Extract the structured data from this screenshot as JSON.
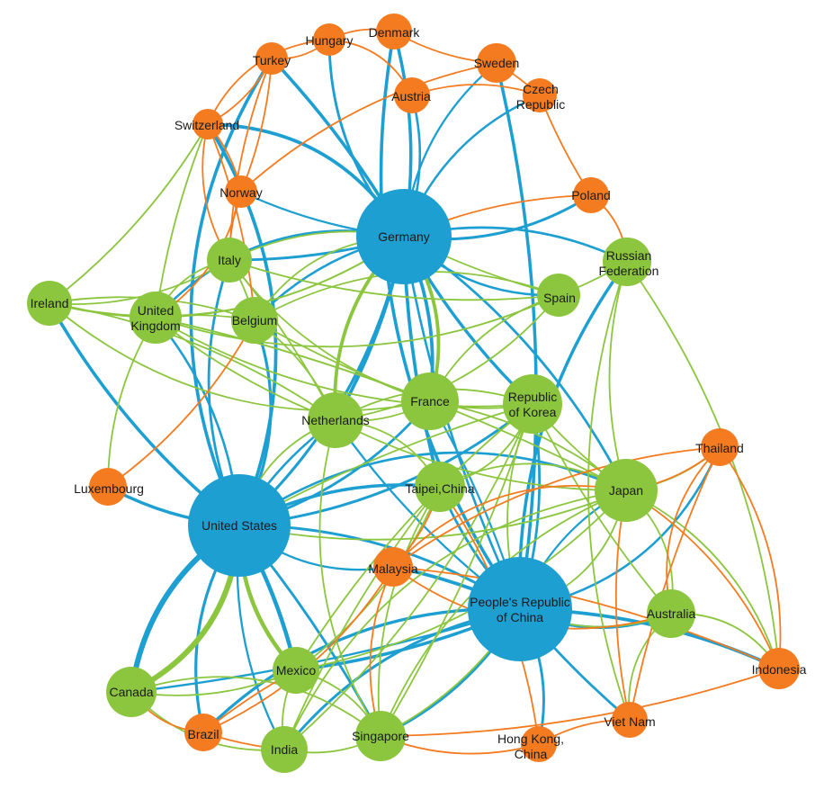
{
  "colors": {
    "hub": "#1E9FD2",
    "green": "#8CC63F",
    "orange": "#F47B20"
  },
  "nodes": [
    {
      "id": "germany",
      "label": "Germany",
      "group": "hub"
    },
    {
      "id": "usa",
      "label": "United States",
      "group": "hub"
    },
    {
      "id": "china",
      "label": "People's Republic of China",
      "group": "hub"
    },
    {
      "id": "italy",
      "label": "Italy",
      "group": "green"
    },
    {
      "id": "ireland",
      "label": "Ireland",
      "group": "green"
    },
    {
      "id": "uk",
      "label": "United Kingdom",
      "group": "green"
    },
    {
      "id": "belgium",
      "label": "Belgium",
      "group": "green"
    },
    {
      "id": "netherlands",
      "label": "Netherlands",
      "group": "green"
    },
    {
      "id": "france",
      "label": "France",
      "group": "green"
    },
    {
      "id": "korea",
      "label": "Republic of Korea",
      "group": "green"
    },
    {
      "id": "spain",
      "label": "Spain",
      "group": "green"
    },
    {
      "id": "russia",
      "label": "Russian Federation",
      "group": "green"
    },
    {
      "id": "taipei",
      "label": "Taipei,China",
      "group": "green"
    },
    {
      "id": "japan",
      "label": "Japan",
      "group": "green"
    },
    {
      "id": "australia",
      "label": "Australia",
      "group": "green"
    },
    {
      "id": "mexico",
      "label": "Mexico",
      "group": "green"
    },
    {
      "id": "canada",
      "label": "Canada",
      "group": "green"
    },
    {
      "id": "india",
      "label": "India",
      "group": "green"
    },
    {
      "id": "singapore",
      "label": "Singapore",
      "group": "green"
    },
    {
      "id": "switzerland",
      "label": "Switzerland",
      "group": "orange"
    },
    {
      "id": "turkey",
      "label": "Turkey",
      "group": "orange"
    },
    {
      "id": "hungary",
      "label": "Hungary",
      "group": "orange"
    },
    {
      "id": "denmark",
      "label": "Denmark",
      "group": "orange"
    },
    {
      "id": "sweden",
      "label": "Sweden",
      "group": "orange"
    },
    {
      "id": "austria",
      "label": "Austria",
      "group": "orange"
    },
    {
      "id": "czech",
      "label": "Czech Republic",
      "group": "orange"
    },
    {
      "id": "norway",
      "label": "Norway",
      "group": "orange"
    },
    {
      "id": "poland",
      "label": "Poland",
      "group": "orange"
    },
    {
      "id": "luxembourg",
      "label": "Luxembourg",
      "group": "orange"
    },
    {
      "id": "malaysia",
      "label": "Malaysia",
      "group": "orange"
    },
    {
      "id": "thailand",
      "label": "Thailand",
      "group": "orange"
    },
    {
      "id": "indonesia",
      "label": "Indonesia",
      "group": "orange"
    },
    {
      "id": "vietnam",
      "label": "Viet Nam",
      "group": "orange"
    },
    {
      "id": "hongkong",
      "label": "Hong Kong, China",
      "group": "orange"
    },
    {
      "id": "brazil",
      "label": "Brazil",
      "group": "orange"
    }
  ],
  "edges": [
    [
      "germany",
      "usa",
      "hub"
    ],
    [
      "germany",
      "china",
      "hub"
    ],
    [
      "usa",
      "china",
      "hub"
    ],
    [
      "germany",
      "turkey",
      "hub"
    ],
    [
      "germany",
      "hungary",
      "hub"
    ],
    [
      "germany",
      "denmark",
      "hub"
    ],
    [
      "germany",
      "sweden",
      "hub"
    ],
    [
      "germany",
      "austria",
      "hub"
    ],
    [
      "germany",
      "czech",
      "hub"
    ],
    [
      "germany",
      "poland",
      "hub"
    ],
    [
      "germany",
      "norway",
      "hub"
    ],
    [
      "germany",
      "switzerland",
      "hub"
    ],
    [
      "germany",
      "italy",
      "hub"
    ],
    [
      "germany",
      "uk",
      "hub"
    ],
    [
      "germany",
      "france",
      "hub"
    ],
    [
      "germany",
      "spain",
      "hub"
    ],
    [
      "germany",
      "netherlands",
      "hub"
    ],
    [
      "germany",
      "belgium",
      "hub"
    ],
    [
      "germany",
      "russia",
      "hub"
    ],
    [
      "germany",
      "korea",
      "hub"
    ],
    [
      "germany",
      "japan",
      "hub"
    ],
    [
      "germany",
      "taipei",
      "hub"
    ],
    [
      "usa",
      "ireland",
      "hub"
    ],
    [
      "usa",
      "uk",
      "hub"
    ],
    [
      "usa",
      "italy",
      "hub"
    ],
    [
      "usa",
      "canada",
      "hub"
    ],
    [
      "usa",
      "mexico",
      "hub"
    ],
    [
      "usa",
      "india",
      "hub"
    ],
    [
      "usa",
      "singapore",
      "hub"
    ],
    [
      "usa",
      "brazil",
      "hub"
    ],
    [
      "usa",
      "japan",
      "hub"
    ],
    [
      "usa",
      "korea",
      "hub"
    ],
    [
      "usa",
      "taipei",
      "hub"
    ],
    [
      "usa",
      "france",
      "hub"
    ],
    [
      "usa",
      "netherlands",
      "hub"
    ],
    [
      "usa",
      "malaysia",
      "hub"
    ],
    [
      "usa",
      "luxembourg",
      "hub"
    ],
    [
      "usa",
      "switzerland",
      "hub"
    ],
    [
      "usa",
      "turkey",
      "hub"
    ],
    [
      "usa",
      "belgium",
      "hub"
    ],
    [
      "china",
      "japan",
      "hub"
    ],
    [
      "china",
      "korea",
      "hub"
    ],
    [
      "china",
      "taipei",
      "hub"
    ],
    [
      "china",
      "australia",
      "hub"
    ],
    [
      "china",
      "indonesia",
      "hub"
    ],
    [
      "china",
      "vietnam",
      "hub"
    ],
    [
      "china",
      "hongkong",
      "hub"
    ],
    [
      "china",
      "malaysia",
      "hub"
    ],
    [
      "china",
      "singapore",
      "hub"
    ],
    [
      "china",
      "india",
      "hub"
    ],
    [
      "china",
      "mexico",
      "hub"
    ],
    [
      "china",
      "thailand",
      "hub"
    ],
    [
      "china",
      "canada",
      "hub"
    ],
    [
      "china",
      "brazil",
      "hub"
    ],
    [
      "china",
      "denmark",
      "hub"
    ],
    [
      "china",
      "sweden",
      "hub"
    ],
    [
      "china",
      "netherlands",
      "hub"
    ],
    [
      "china",
      "france",
      "hub"
    ],
    [
      "china",
      "russia",
      "hub"
    ],
    [
      "italy",
      "uk",
      "green"
    ],
    [
      "italy",
      "belgium",
      "green"
    ],
    [
      "italy",
      "france",
      "green"
    ],
    [
      "italy",
      "netherlands",
      "green"
    ],
    [
      "italy",
      "spain",
      "green"
    ],
    [
      "italy",
      "ireland",
      "green"
    ],
    [
      "ireland",
      "uk",
      "green"
    ],
    [
      "ireland",
      "belgium",
      "green"
    ],
    [
      "ireland",
      "switzerland",
      "green"
    ],
    [
      "ireland",
      "netherlands",
      "green"
    ],
    [
      "ireland",
      "france",
      "green"
    ],
    [
      "uk",
      "belgium",
      "green"
    ],
    [
      "uk",
      "netherlands",
      "green"
    ],
    [
      "uk",
      "france",
      "green"
    ],
    [
      "uk",
      "spain",
      "green"
    ],
    [
      "uk",
      "switzerland",
      "green"
    ],
    [
      "uk",
      "luxembourg",
      "green"
    ],
    [
      "uk",
      "japan",
      "green"
    ],
    [
      "uk",
      "korea",
      "green"
    ],
    [
      "belgium",
      "netherlands",
      "green"
    ],
    [
      "belgium",
      "france",
      "green"
    ],
    [
      "belgium",
      "spain",
      "green"
    ],
    [
      "netherlands",
      "france",
      "green"
    ],
    [
      "netherlands",
      "korea",
      "green"
    ],
    [
      "netherlands",
      "japan",
      "green"
    ],
    [
      "netherlands",
      "taipei",
      "green"
    ],
    [
      "netherlands",
      "singapore",
      "green"
    ],
    [
      "france",
      "spain",
      "green"
    ],
    [
      "france",
      "korea",
      "green"
    ],
    [
      "france",
      "japan",
      "green"
    ],
    [
      "korea",
      "japan",
      "green"
    ],
    [
      "korea",
      "taipei",
      "green"
    ],
    [
      "korea",
      "australia",
      "green"
    ],
    [
      "korea",
      "singapore",
      "green"
    ],
    [
      "korea",
      "mexico",
      "green"
    ],
    [
      "korea",
      "india",
      "green"
    ],
    [
      "spain",
      "russia",
      "green"
    ],
    [
      "spain",
      "netherlands",
      "green"
    ],
    [
      "russia",
      "japan",
      "green"
    ],
    [
      "russia",
      "indonesia",
      "green"
    ],
    [
      "russia",
      "vietnam",
      "green"
    ],
    [
      "taipei",
      "japan",
      "green"
    ],
    [
      "taipei",
      "singapore",
      "green"
    ],
    [
      "taipei",
      "mexico",
      "green"
    ],
    [
      "taipei",
      "india",
      "green"
    ],
    [
      "japan",
      "australia",
      "green"
    ],
    [
      "japan",
      "singapore",
      "green"
    ],
    [
      "japan",
      "mexico",
      "green"
    ],
    [
      "japan",
      "india",
      "green"
    ],
    [
      "japan",
      "indonesia",
      "green"
    ],
    [
      "japan",
      "thailand",
      "green"
    ],
    [
      "australia",
      "indonesia",
      "green"
    ],
    [
      "australia",
      "vietnam",
      "green"
    ],
    [
      "mexico",
      "canada",
      "green"
    ],
    [
      "mexico",
      "india",
      "green"
    ],
    [
      "mexico",
      "singapore",
      "green"
    ],
    [
      "canada",
      "india",
      "green"
    ],
    [
      "canada",
      "singapore",
      "green"
    ],
    [
      "india",
      "singapore",
      "green"
    ],
    [
      "usa",
      "canada",
      "green"
    ],
    [
      "usa",
      "mexico",
      "green"
    ],
    [
      "usa",
      "netherlands",
      "green"
    ],
    [
      "usa",
      "japan",
      "green"
    ],
    [
      "usa",
      "korea",
      "green"
    ],
    [
      "china",
      "japan",
      "green"
    ],
    [
      "china",
      "korea",
      "green"
    ],
    [
      "china",
      "australia",
      "green"
    ],
    [
      "china",
      "singapore",
      "green"
    ],
    [
      "germany",
      "netherlands",
      "green"
    ],
    [
      "germany",
      "france",
      "green"
    ],
    [
      "germany",
      "italy",
      "green"
    ],
    [
      "germany",
      "uk",
      "green"
    ],
    [
      "germany",
      "belgium",
      "green"
    ],
    [
      "germany",
      "ireland",
      "green"
    ],
    [
      "germany",
      "spain",
      "green"
    ],
    [
      "switzerland",
      "norway",
      "orange"
    ],
    [
      "switzerland",
      "turkey",
      "orange"
    ],
    [
      "switzerland",
      "hungary",
      "orange"
    ],
    [
      "switzerland",
      "italy",
      "orange"
    ],
    [
      "switzerland",
      "belgium",
      "orange"
    ],
    [
      "turkey",
      "hungary",
      "orange"
    ],
    [
      "turkey",
      "norway",
      "orange"
    ],
    [
      "turkey",
      "italy",
      "orange"
    ],
    [
      "hungary",
      "denmark",
      "orange"
    ],
    [
      "denmark",
      "sweden",
      "orange"
    ],
    [
      "sweden",
      "czech",
      "orange"
    ],
    [
      "austria",
      "hungary",
      "orange"
    ],
    [
      "austria",
      "czech",
      "orange"
    ],
    [
      "czech",
      "poland",
      "orange"
    ],
    [
      "norway",
      "sweden",
      "orange"
    ],
    [
      "norway",
      "italy",
      "orange"
    ],
    [
      "norway",
      "uk",
      "orange"
    ],
    [
      "poland",
      "germany",
      "orange"
    ],
    [
      "poland",
      "russia",
      "orange"
    ],
    [
      "luxembourg",
      "belgium",
      "orange"
    ],
    [
      "malaysia",
      "japan",
      "orange"
    ],
    [
      "malaysia",
      "singapore",
      "orange"
    ],
    [
      "malaysia",
      "thailand",
      "orange"
    ],
    [
      "malaysia",
      "australia",
      "orange"
    ],
    [
      "malaysia",
      "indonesia",
      "orange"
    ],
    [
      "malaysia",
      "taipei",
      "orange"
    ],
    [
      "thailand",
      "japan",
      "orange"
    ],
    [
      "thailand",
      "australia",
      "orange"
    ],
    [
      "thailand",
      "indonesia",
      "orange"
    ],
    [
      "thailand",
      "vietnam",
      "orange"
    ],
    [
      "indonesia",
      "singapore",
      "orange"
    ],
    [
      "indonesia",
      "japan",
      "orange"
    ],
    [
      "vietnam",
      "japan",
      "orange"
    ],
    [
      "vietnam",
      "hongkong",
      "orange"
    ],
    [
      "hongkong",
      "singapore",
      "orange"
    ],
    [
      "hongkong",
      "taipei",
      "orange"
    ],
    [
      "brazil",
      "mexico",
      "orange"
    ],
    [
      "brazil",
      "india",
      "orange"
    ],
    [
      "brazil",
      "canada",
      "orange"
    ],
    [
      "brazil",
      "malaysia",
      "orange"
    ]
  ]
}
